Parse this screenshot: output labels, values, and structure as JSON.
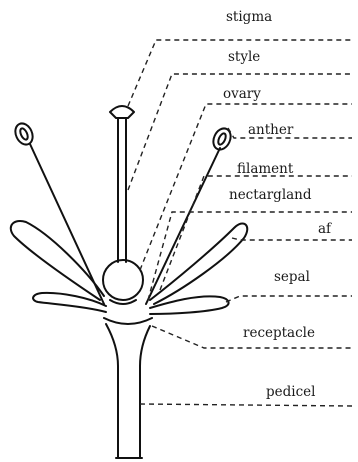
{
  "diagram": {
    "labels": {
      "stigma": "stigma",
      "style": "style",
      "ovary": "ovary",
      "anther": "anther",
      "filament": "filament",
      "nectargland": "nectargland",
      "petal": "af",
      "sepal": "sepal",
      "receptacle": "receptacle",
      "pedicel": "pedicel"
    }
  }
}
